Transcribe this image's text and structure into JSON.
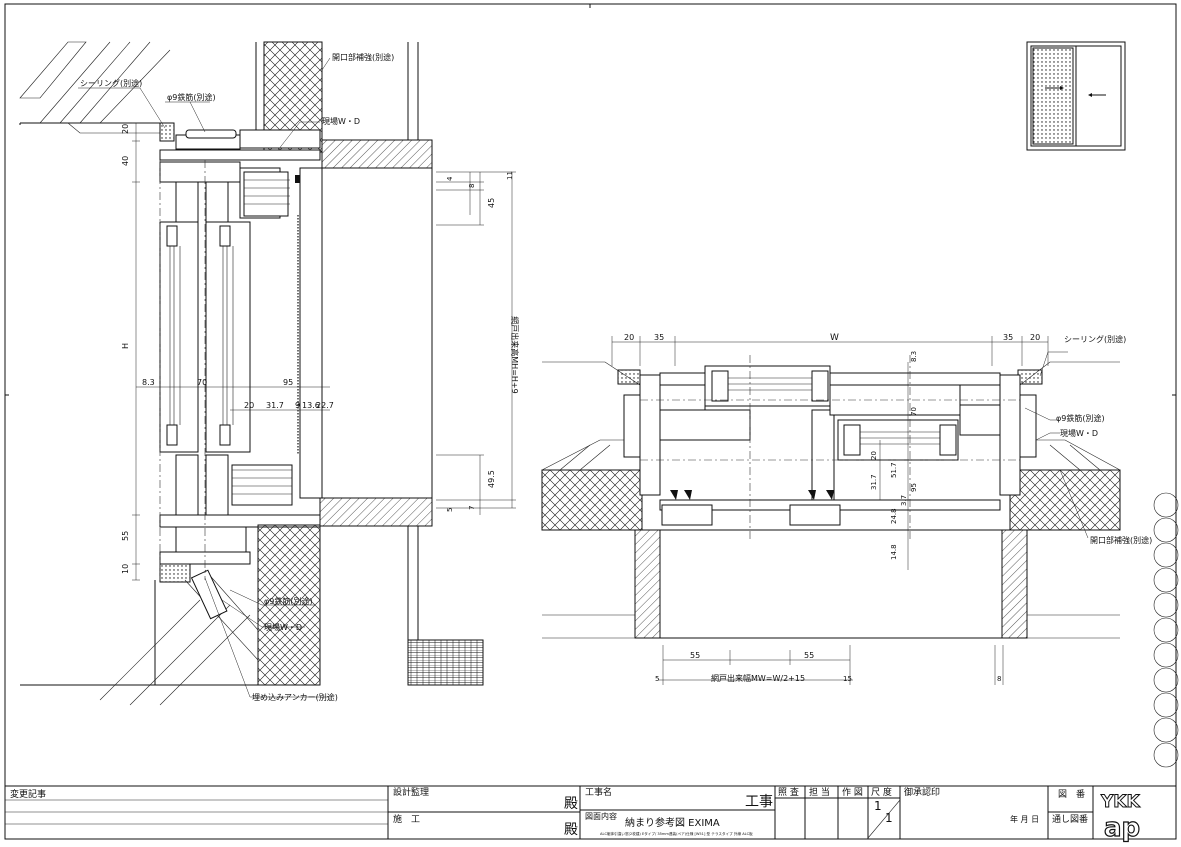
{
  "section": {
    "callouts": {
      "opening_reinforcement": "開口部補強(別途)",
      "sealing": "シーリング(別途)",
      "rebar": "φ9鉄筋(別途)",
      "site_wd": "現場W・D",
      "rebar_lower": "φ9鉄筋(別途)",
      "site_wd_lower": "現場W・D",
      "anchor": "埋め込みアンカー(別途)"
    },
    "dims_left": [
      "20",
      "40",
      "H",
      "55",
      "10"
    ],
    "dims_horizontal": [
      "8.3",
      "70",
      "95",
      "20",
      "31.7",
      "9",
      "13.6",
      "22.7"
    ],
    "dims_right": [
      "4",
      "8",
      "45",
      "11",
      "49.5",
      "5",
      "7"
    ],
    "screen_height_label": "網戸出来高MH=H+9"
  },
  "plan": {
    "callouts": {
      "sealing": "シーリング(別途)",
      "rebar": "φ9鉄筋(別途)",
      "site_wd": "現場W・D",
      "opening_reinforcement": "開口部補強(別途)"
    },
    "dims_top": [
      "20",
      "35",
      "W",
      "35",
      "20"
    ],
    "dims_vertical": [
      "8.3",
      "70",
      "20",
      "31.7",
      "51.7",
      "95",
      "3.7",
      "24.8",
      "14.8"
    ],
    "dims_bottom": [
      "55",
      "55",
      "5",
      "15",
      "8"
    ],
    "screen_width_label": "網戸出来幅MW=W/2+15"
  },
  "titleblock": {
    "change_record": "変更記事",
    "design_supervision": "設計監理",
    "construction": "施　工",
    "honorific1": "殿",
    "honorific2": "殿",
    "project_name_label": "工事名",
    "project_suffix": "工事",
    "drawing_content_label": "図面内容",
    "drawing_title": "納まり参考図 EXIMA",
    "drawing_note": "ALC躯体引違い窓(2枚建) Eタイプ/ 35mm連装(ペア)仕様 [W51] 型 テラスタイプ 外線 ALC板",
    "check": "照 査",
    "charge": "担 当",
    "drawn": "作 図",
    "scale_label": "尺 度",
    "scale_num": "1",
    "scale_den": "1",
    "approval": "御承認印",
    "date": "年 月 日",
    "drawing_no": "図　番",
    "serial_no": "通し図番",
    "logo_top": "YKK",
    "logo_bottom": "ap"
  },
  "colors": {
    "line": "#111111",
    "background": "#ffffff"
  }
}
